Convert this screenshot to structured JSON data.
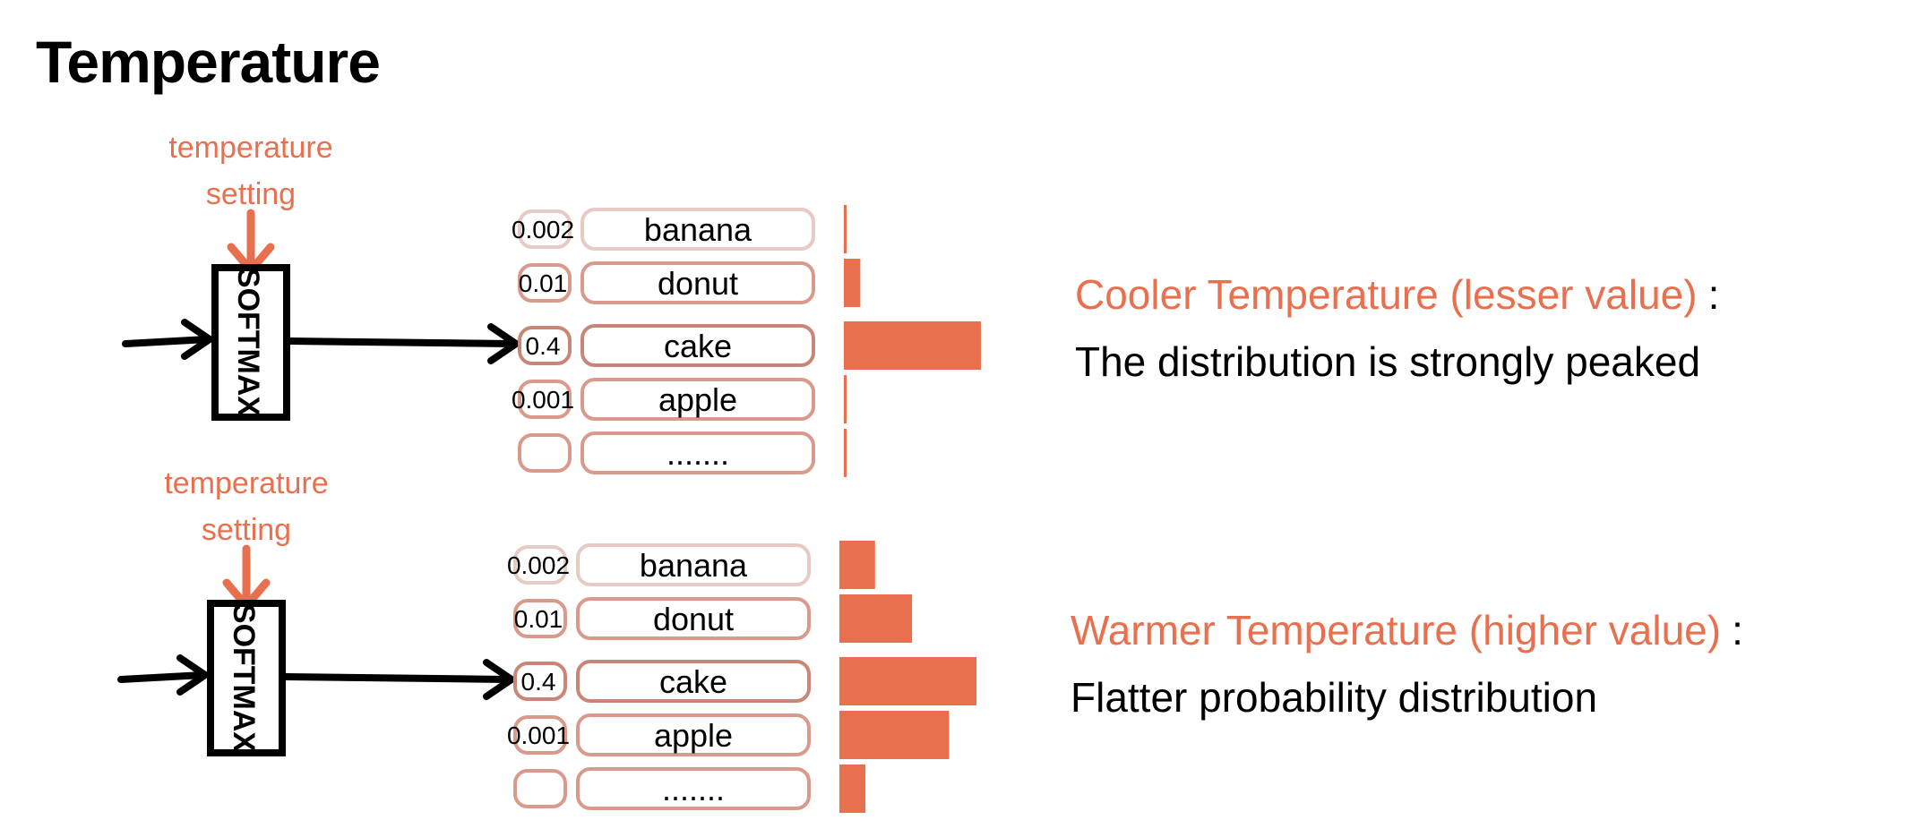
{
  "title": "Temperature",
  "colors": {
    "accent": "#e9704f",
    "box_low": "#e7cac3",
    "box_mid": "#d99a8c",
    "box_high": "#c98678",
    "arrow": "#000000"
  },
  "icons": {
    "input_arrow": "right-arrow-icon",
    "output_arrow": "right-arrow-icon",
    "setting_arrow": "down-arrow-icon"
  },
  "panels": [
    {
      "temperature_label": [
        "temperature",
        "setting"
      ],
      "softmax_label": "SOFTMAX",
      "heading": "Cooler Temperature (lesser value)",
      "heading_colon": ":",
      "description": "The distribution is strongly peaked",
      "rows": [
        {
          "token": "banana",
          "prob": "0.002",
          "bar": 0.02
        },
        {
          "token": "donut",
          "prob": "0.01",
          "bar": 0.12
        },
        {
          "token": "cake",
          "prob": "0.4",
          "bar": 1.0
        },
        {
          "token": "apple",
          "prob": "0.001",
          "bar": 0.02
        },
        {
          "token": ".......",
          "prob": "",
          "bar": 0.01
        }
      ]
    },
    {
      "temperature_label": [
        "temperature",
        "setting"
      ],
      "softmax_label": "SOFTMAX",
      "heading": "Warmer Temperature (higher value)",
      "heading_colon": ":",
      "description": "Flatter probability distribution",
      "rows": [
        {
          "token": "banana",
          "prob": "0.002",
          "bar": 0.26
        },
        {
          "token": "donut",
          "prob": "0.01",
          "bar": 0.53
        },
        {
          "token": "cake",
          "prob": "0.4",
          "bar": 1.0
        },
        {
          "token": "apple",
          "prob": "0.001",
          "bar": 0.8
        },
        {
          "token": ".......",
          "prob": "",
          "bar": 0.19
        }
      ]
    }
  ]
}
